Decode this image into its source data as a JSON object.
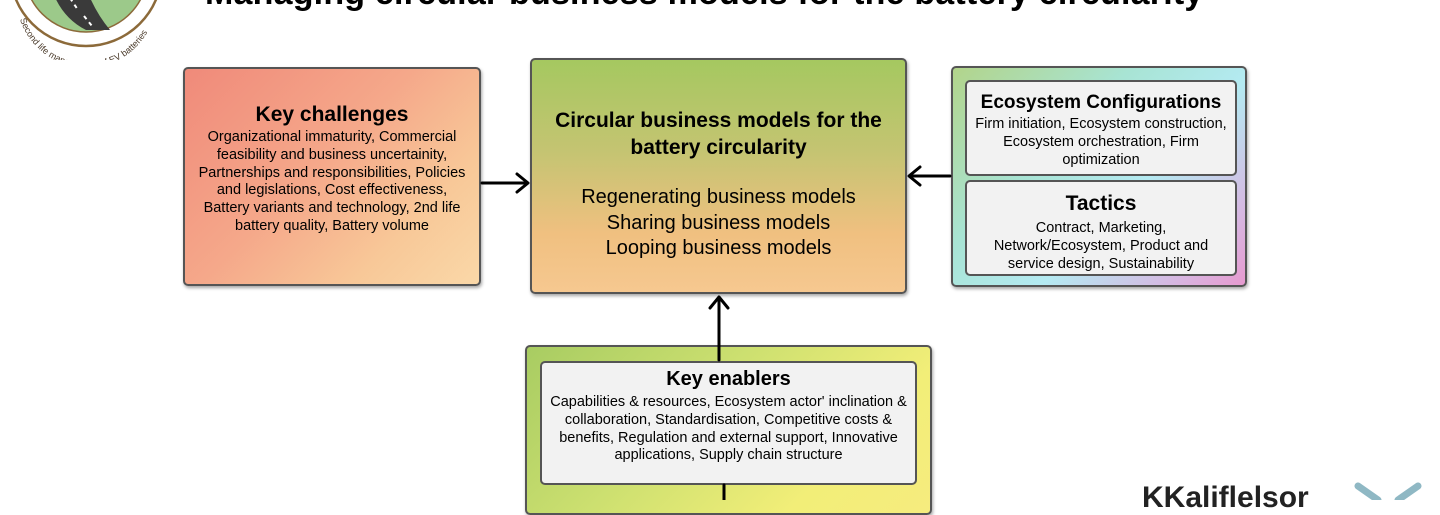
{
  "title": "Managing circular business models for the battery circularity",
  "logo": {
    "text": "Second life management of EV batteries"
  },
  "challenges": {
    "heading": "Key challenges",
    "body": "Organizational immaturity, Commercial feasibility and business uncertainity, Partnerships and responsibilities, Policies and legislations, Cost effectiveness, Battery variants and technology, 2nd life battery quality, Battery volume"
  },
  "center": {
    "heading": "Circular business models for the battery circularity",
    "models": [
      "Regenerating business models",
      "Sharing business models",
      "Looping business models"
    ]
  },
  "ecosystem": {
    "heading": "Ecosystem Configurations",
    "body": "Firm initiation, Ecosystem construction, Ecosystem orchestration, Firm optimization"
  },
  "tactics": {
    "heading": "Tactics",
    "body": "Contract, Marketing, Network/Ecosystem, Product and service design, Sustainability"
  },
  "enablers": {
    "heading": "Key enablers",
    "body": "Capabilities & resources, Ecosystem actor' inclination & collaboration, Standardisation, Competitive costs & benefits, Regulation and external support, Innovative applications, Supply chain structure"
  },
  "brand": {
    "text": "KKaliflelsor"
  },
  "colors": {
    "border": "#555555",
    "arrow": "#000000",
    "inner_fill": "#f2f2f2",
    "logo_ring": "#8c6a3a",
    "logo_road": "#3a3a3a",
    "logo_green": "#9cc98a"
  }
}
